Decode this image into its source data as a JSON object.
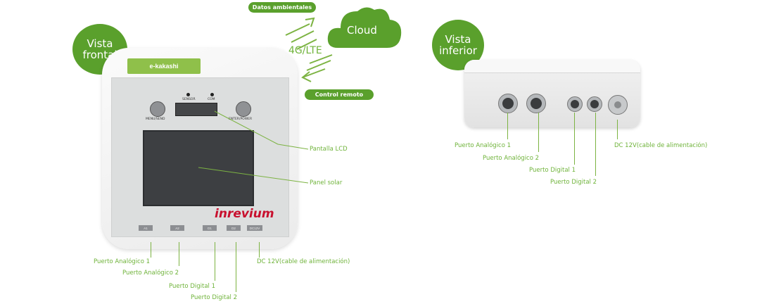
{
  "front": {
    "view_label": "Vista frontal",
    "logo_text": "e-kakashi",
    "brand": "inrevium",
    "btn_left": "MENU/SEND",
    "btn_right": "ENTER/POWER",
    "led_sensor": "SENSOR",
    "led_com": "COM",
    "port_tabs": [
      "A1",
      "A2",
      "D1",
      "D2",
      "DC12V"
    ],
    "callouts": {
      "lcd": "Pantalla LCD",
      "solar": "Panel solar"
    },
    "ports": {
      "analog1": "Puerto Analógico 1",
      "analog2": "Puerto Analógico 2",
      "digital1": "Puerto Digital 1",
      "digital2": "Puerto Digital 2",
      "power": "DC 12V(cable de alimentación)"
    }
  },
  "network": {
    "data_pill": "Datos ambientales",
    "cloud": "Cloud",
    "link": "4G/LTE",
    "control_pill": "Control remoto"
  },
  "bottom": {
    "view_label": "Vista inferior",
    "ports": {
      "analog1": "Puerto Analógico 1",
      "analog2": "Puerto Analógico 2",
      "digital1": "Puerto Digital 1",
      "digital2": "Puerto Digital 2",
      "power": "DC 12V(cable de alimentación)"
    }
  },
  "colors": {
    "accent": "#5aa02c",
    "label": "#6fb33a",
    "brand": "#c8102e"
  }
}
